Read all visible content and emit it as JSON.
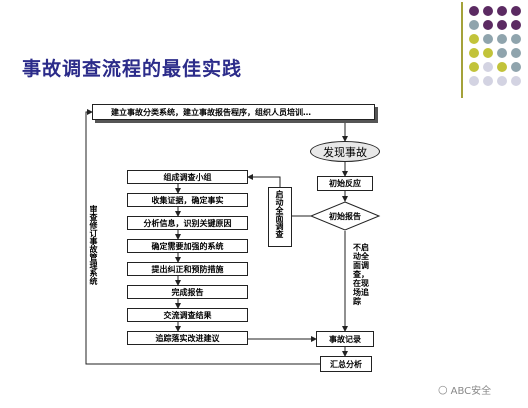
{
  "title": "事故调查流程的最佳实践",
  "decor": {
    "purple": "#5b2a62",
    "gray": "#8fa4ad",
    "olive": "#c2c33a",
    "light": "#d3d3e2"
  },
  "diagram": {
    "top_box": "建立事故分类系统，建立事故报告程序，组织人员培训…",
    "left_label": "审查修订事故管理系统",
    "start": "发现事故",
    "initial_response": "初始反应",
    "initial_report": "初始报告",
    "full_investigation": "启动全面调查",
    "no_full_investigation": "不启动全面调查，在现场追踪",
    "steps": [
      "组成调查小组",
      "收集证据，确定事实",
      "分析信息，识别关键原因",
      "确定需要加强的系统",
      "提出纠正和预防措施",
      "完成报告",
      "交流调查结果",
      "追踪落实改进建议"
    ],
    "accident_record": "事故记录",
    "summary": "汇总分析"
  },
  "watermark": "ABC安全"
}
